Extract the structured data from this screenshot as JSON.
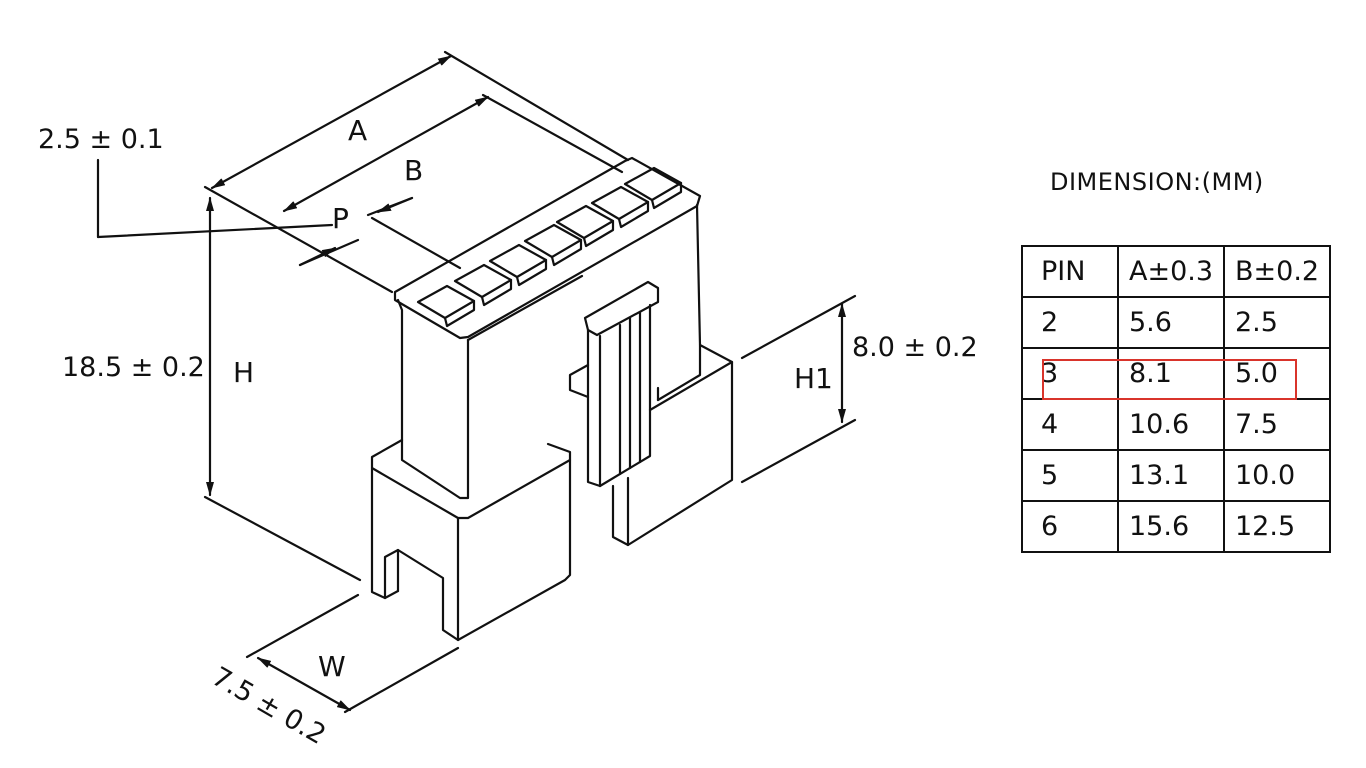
{
  "drawing": {
    "labels": {
      "A": "A",
      "B": "B",
      "P": "P",
      "H": "H",
      "H1": "H1",
      "W": "W",
      "pitch": "2.5 ± 0.1",
      "height": "18.5 ± 0.2",
      "h1": "8.0 ± 0.2",
      "width": "7.5 ± 0.2"
    }
  },
  "table": {
    "title": "DIMENSION:(MM)",
    "headers": [
      "PIN",
      "A±0.3",
      "B±0.2"
    ],
    "rows": [
      [
        "2",
        "5.6",
        "2.5"
      ],
      [
        "3",
        "8.1",
        "5.0"
      ],
      [
        "4",
        "10.6",
        "7.5"
      ],
      [
        "5",
        "13.1",
        "10.0"
      ],
      [
        "6",
        "15.6",
        "12.5"
      ]
    ],
    "highlighted_row": 1,
    "highlight_color": "#d9342b"
  }
}
